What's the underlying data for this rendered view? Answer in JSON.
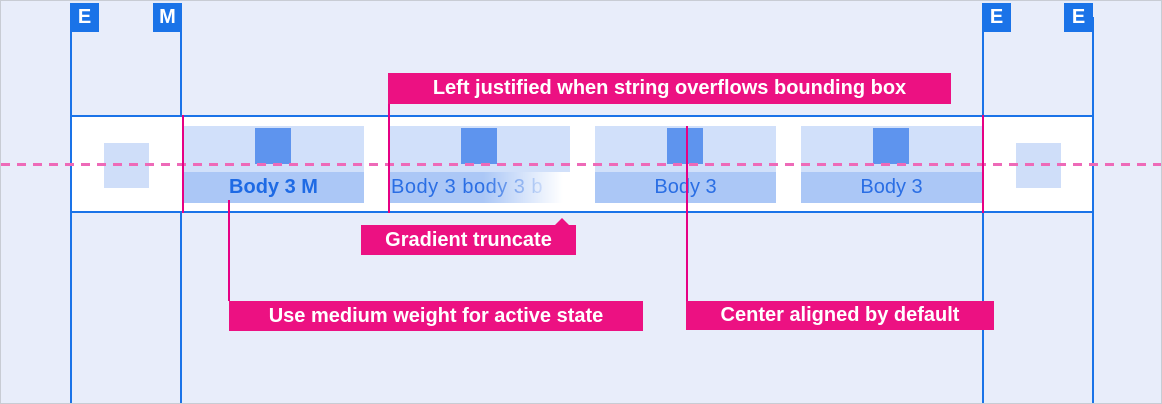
{
  "markers": {
    "items": [
      {
        "label": "E"
      },
      {
        "label": "M"
      },
      {
        "label": "E"
      },
      {
        "label": "E"
      }
    ]
  },
  "tabs": {
    "items": [
      {
        "label": "Body 3 M",
        "state": "active"
      },
      {
        "label": "Body 3 body 3 b",
        "state": "truncated"
      },
      {
        "label": "Body 3",
        "state": "default"
      },
      {
        "label": "Body 3",
        "state": "default"
      }
    ]
  },
  "annotations": {
    "left_justified": "Left justified when string overflows bounding box",
    "gradient_truncate": "Gradient truncate",
    "medium_weight": "Use medium weight for active state",
    "center_aligned": "Center aligned by default"
  },
  "colors": {
    "guide_blue": "#1a73e8",
    "annotation_pink": "#ec1182",
    "connector_pink": "#e60084",
    "dashed_line_pink": "#ee6ab8",
    "tab_icon_zone": "#d1e0fa",
    "tab_label_zone": "#abc7f6",
    "icon_square": "#5e94ee",
    "tab_text_blue": "#2a6ee4",
    "background": "#e8edfa"
  }
}
